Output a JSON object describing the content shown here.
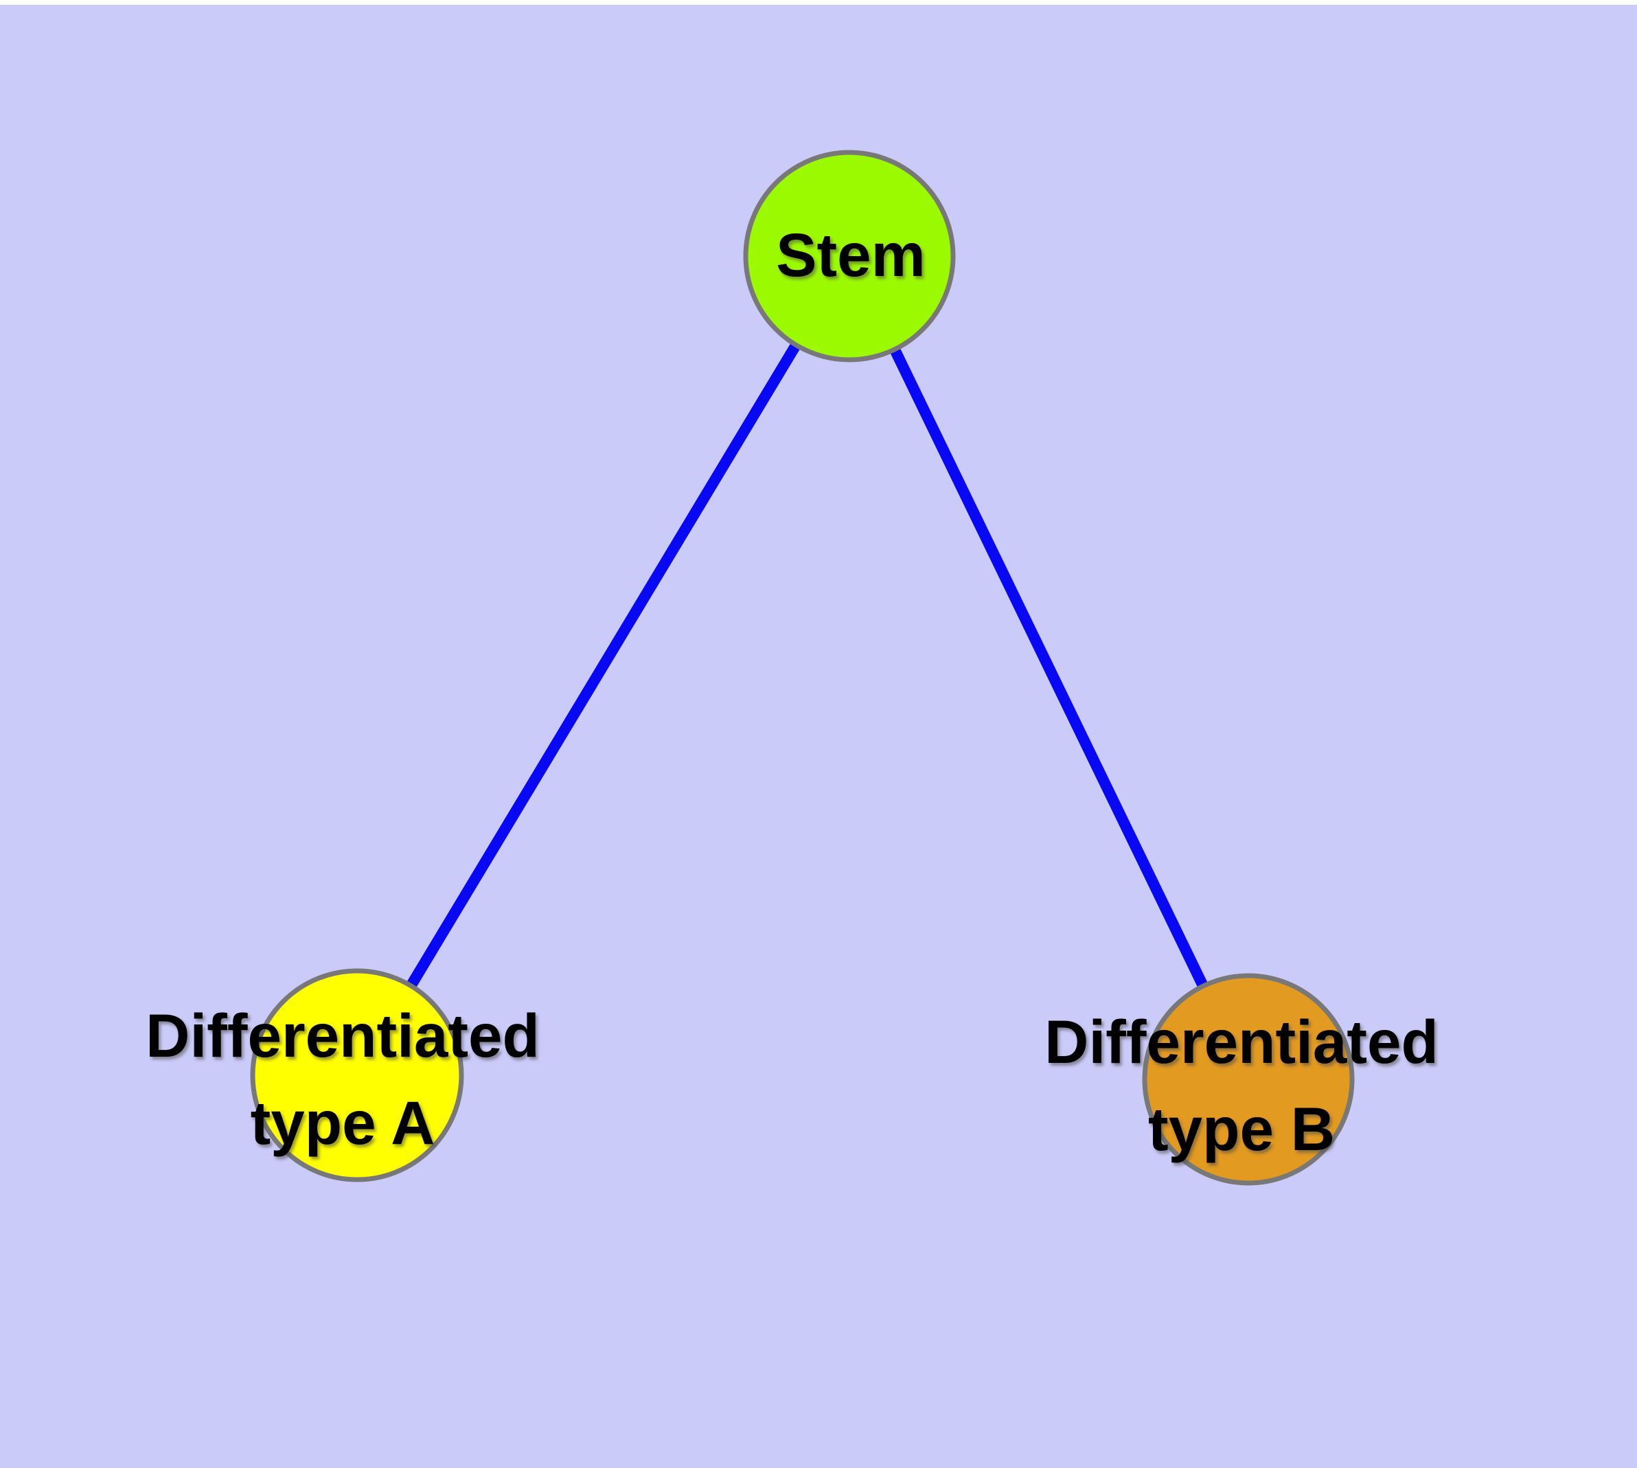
{
  "diagram": {
    "type": "node-edge-graph",
    "background_color": "#CBCBF9",
    "edge_color": "#0808F5",
    "node_border_color": "#787878",
    "label_color": "#000000",
    "nodes": [
      {
        "id": "stem",
        "label": "Stem",
        "fill": "#9CFA00"
      },
      {
        "id": "differentiated-type-a",
        "label": "Differentiated type A",
        "label_line1": "Differentiated",
        "label_line2": "type A",
        "fill": "#FFFF00"
      },
      {
        "id": "differentiated-type-b",
        "label": "Differentiated type B",
        "label_line1": "Differentiated",
        "label_line2": "type B",
        "fill": "#E39A21"
      }
    ],
    "edges": [
      {
        "from": "Stem",
        "to": "Differentiated type A"
      },
      {
        "from": "Stem",
        "to": "Differentiated type B"
      }
    ]
  }
}
